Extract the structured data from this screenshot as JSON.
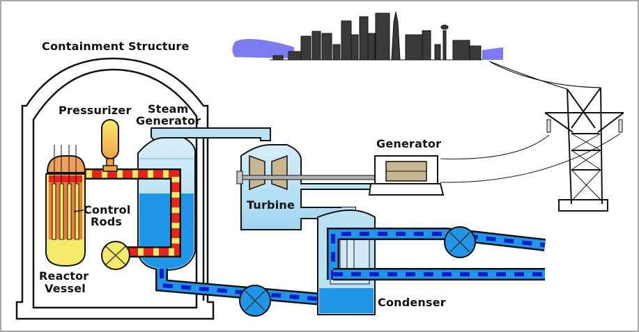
{
  "title": "Pressurized Water Reactor Power Plant",
  "labels": {
    "containment": "Containment Structure",
    "pressurizer": "Pressurizer",
    "steam_line1": "Steam",
    "steam_line2": "Generator",
    "control_line1": "Control",
    "control_line2": "Rods",
    "reactor_line1": "Reactor",
    "reactor_line2": "Vessel",
    "turbine": "Turbine",
    "generator": "Generator",
    "condenser": "Condenser"
  },
  "colors": {
    "primary_hot": "#e8241c",
    "primary_core": "#f4e96a",
    "steam": "#b9e1f3",
    "feedwater": "#2196e8",
    "flow_dash": "#0a1fc8",
    "turbine_blades": "#c8b693",
    "city": "#3a3a3a",
    "water_sky": "#7b7cf0",
    "pressurizer": "#f4b54a",
    "reactor_head": "#f0a05a"
  }
}
